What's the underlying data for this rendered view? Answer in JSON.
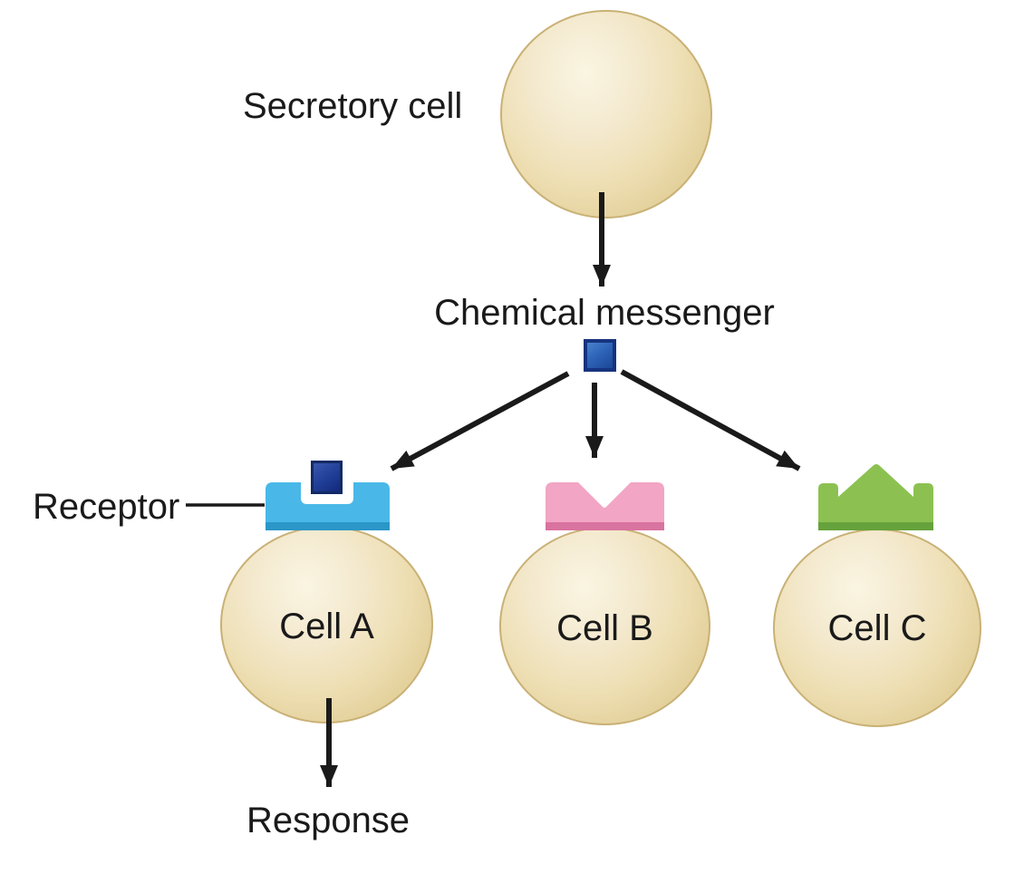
{
  "diagram": {
    "title_context": "Chemical messenger and receptor specificity",
    "labels": {
      "secretory_cell": "Secretory cell",
      "chemical_messenger": "Chemical messenger",
      "receptor": "Receptor",
      "cell_a": "Cell A",
      "cell_b": "Cell B",
      "cell_c": "Cell C",
      "response": "Response"
    },
    "icons": {
      "messenger_icon": "blue-square-ligand",
      "bound_messenger_icon": "blue-square-ligand-bound",
      "receptor_a_icon": "square-notch-receptor",
      "receptor_b_icon": "v-notch-receptor",
      "receptor_c_icon": "crown-peak-receptor"
    },
    "colors": {
      "cell_fill_light": "#faf5e2",
      "cell_fill_mid": "#eedfb4",
      "cell_fill_dark": "#d9c185",
      "cell_border": "#c9b176",
      "receptor_a_fill": "#49b8e8",
      "receptor_a_edge": "#2b96c8",
      "receptor_b_fill": "#f2a5c4",
      "receptor_b_edge": "#d9739f",
      "receptor_c_fill": "#8cc152",
      "receptor_c_edge": "#66a23c",
      "messenger_fill": "#2e64b8",
      "messenger_border": "#16337f",
      "bound_messenger_fill": "#1f3d96",
      "bound_messenger_border": "#122a66",
      "arrow_color": "#1a1a1a",
      "text_color": "#1a1a1a"
    }
  }
}
